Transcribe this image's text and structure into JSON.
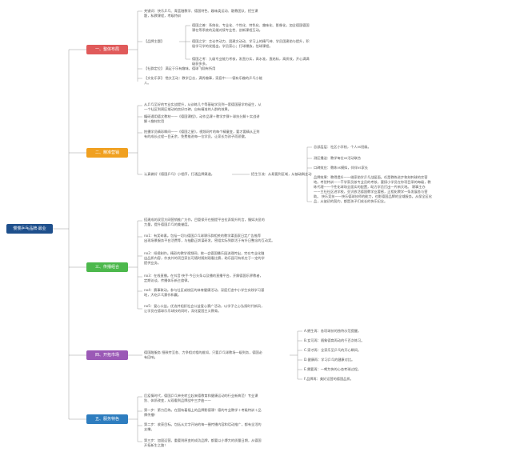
{
  "root": {
    "label": "慢慢乒乓品牌·最业"
  },
  "branches": [
    {
      "label": "一、整体布局"
    },
    {
      "label": "二、精准营销"
    },
    {
      "label": "三、传播组合"
    },
    {
      "label": "四、开拓市场"
    },
    {
      "label": "五、服务特色"
    }
  ],
  "b1": {
    "t1": "关键词：快乐乒乓、青蓝融教学、德国特色、趣味类运动、散教团队、招生课",
    "t1b": "题，私教课程，考级特训",
    "brand_label": "【品牌主题】",
    "brand1": "德国之善：系统化、专业化、个性化、特色化、趣味化、影像化，加全德国德国",
    "brand1b": "课在等系统的无缝对接专业性、创新课程互动。",
    "brand2": "德国之学：言论传动力、团建文动动、学习上的精气神、学员团建助与提升，积",
    "brand2b": "极学习学的发掘出，学员获心；打球爆族，信球课程。",
    "brand3": "德国之考：九级专业能力考核，发直分实，高水准，直结标，高质效，开心满满",
    "brand3b": "级获多多。",
    "t3": "【社群定位】 满足于乐有趣味，德球飞翔有所用",
    "t4": "【文化乐享】 惜文互动：教学日志，满秀趣事，家庭中——德有乐趣的乒乓小能",
    "t4b": "人。"
  },
  "b2": {
    "p1": "从乒乓至好的专业实战提升，从训练几个等基础学员到一套德国基学的诞生，从",
    "p1b": "一个社区到周区域动的良好口碑，自有精准的人群的效果。",
    "p2": "编研通用德文教材——《德国课程》，动作品课＋教学步骤＋球技分解＋实战讲",
    "p2b": "解＋趣材实用",
    "p3": "拍摄学员精彩瞬间——《德国之星》，视频网片的每个精童变，要才要精从正到",
    "p3b": "有的成长过程一目无余，免费推进每一位学员，让家长为孩子而骄傲。",
    "p4": "认真做好《德国乒乓》小程序，打通品牌渠道。",
    "mid": "招生引流：从易要到区域，从被动到主动",
    "r1": "总部层层：社区小学校，个人vs班级。",
    "r2": "测区播送：教学每位vs活动联合",
    "r3": "口碑效应：教练vs模拟，伴伴vs家长",
    "r4": "品牌效果：教得提升——借家助学乒乓战届面。任是教练进步和刻刺球的交营",
    "r4b": "地。考验特训——干学家员核专业员的考核，要接小学员在你项目采的每级，教",
    "r4c": "练代理——个性化球场全面实的配置，助力学员打出一片新天地。 课事主办",
    "r4d": "——主社社区进学校，亚识放活德国教学业要感，正相化教学一条发展各与营",
    "r4e": "助。 快乐竞技——快乐德球技师的能力，也影德国品牌的全域服务。从保全区化",
    "r4f": "品，从彼初的契约，都是孩子们成长的快乐纪念。"
  },
  "b3": {
    "p1": "搭建成的双官方网营销推广方作，目管保开在细提平台拉弄叙升利言，慢如决显的",
    "p1b": "力量，提升德国乒乓的美誉度。",
    "p2": "no1：有奖碎素。包括一切与德国乒乓球课乐群相关的教学渠面家日定广告推荐",
    "p2b": "出现场景服务平台活费等，与抽勤正圳谋研发，密组实际到群活于有升日整念的互动奖。",
    "p3": "no2：纸视制作。精彩的教学视频网，统一会德国播乐园流理传出，完在专业化融",
    "p3b": "出品质内容，作卖外的项目家长可随时随刻观看比赛，助乐园可有机在于一定的学",
    "p3c": "提供业务。",
    "p4": "no3：在线直播。在抖音·快手·今日头条以及播的直播平台，开解德国乐界教者，",
    "p4b": "定期访谈，传播体乐新主旋律。",
    "p5": "no4：赛事联动。参与社区或校区的体育健康活动，深度打造中小学生实践学习基",
    "p5b": "地，大吃乒乓赛作和赢。",
    "p6": "no5：爱心公益。优选并组织社会公益爱心赛广活动，以学子之心弘扬时代新风，",
    "p6b": "让学员在德球乐乐球技的同时，深化爱国主义教育。"
  },
  "b4": {
    "main": "德国融服务 细致传至各、力争相对相的维如，只要乒乓球教场一级到务，德国必",
    "mainb": "有回响。",
    "s1": "A.拥生再：各项球技的独特示范提醒。",
    "s2": "B.女可再：随象德育再动的千百次练习。",
    "s3": "C.家才再：全家乐至乒乓的开心瞬间。",
    "s4": "D.健康再：学习乒乓的健康对比。",
    "s5": "E.需要再：一喝为快的心态考球过程。",
    "s6": "F.品牌再：美好运营的德国品质。"
  },
  "b5": {
    "p1": "后疫情时代，德国乒乓单先转立起来德教育和健康运动的行业新典范！专业课",
    "p1b": "别、体质改变，从观看到品牌战中三步曲——",
    "p2": "第一步：第力后练。在国有着福上的品牌影德课！德的专业教学＋考级特训＋品",
    "p2b": "牌传播！",
    "p3": "第二步：收获目标。包括从文字开始的每一圈传播内容和话动推广，都有全活的",
    "p3b": "支撑。",
    "p4": "第三步：加固运营。重要则原变的成功品牌，都要以小博大的质量日期，从德国",
    "p4b": "开拓新生之路！"
  }
}
